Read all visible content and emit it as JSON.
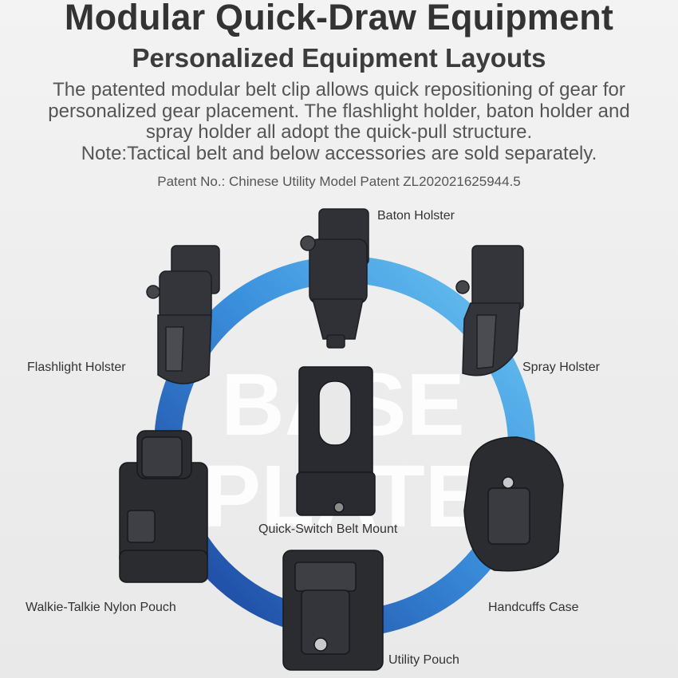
{
  "header": {
    "title": "Modular Quick-Draw Equipment",
    "subtitle": "Personalized Equipment Layouts",
    "description_lines": [
      "The patented modular belt clip allows quick repositioning of gear for",
      "personalized gear placement. The flashlight holder, baton holder and",
      "spray holder all adopt the quick-pull structure.",
      "Note:Tactical belt and below accessories are sold separately."
    ],
    "patent": "Patent No.: Chinese Utility Model Patent ZL202021625944.5"
  },
  "watermark": {
    "line1": "BASE",
    "line2": "PLATE"
  },
  "labels": {
    "baton": "Baton Holster",
    "flashlight": "Flashlight Holster",
    "spray": "Spray Holster",
    "belt_mount": "Quick-Switch Belt Mount",
    "walkie": "Walkie-Talkie Nylon Pouch",
    "handcuffs": "Handcuffs Case",
    "utility": "Utility Pouch"
  },
  "colors": {
    "ring_light": "#4fb6ec",
    "ring_dark": "#1f4fa8",
    "gear": "#2e2f33"
  }
}
